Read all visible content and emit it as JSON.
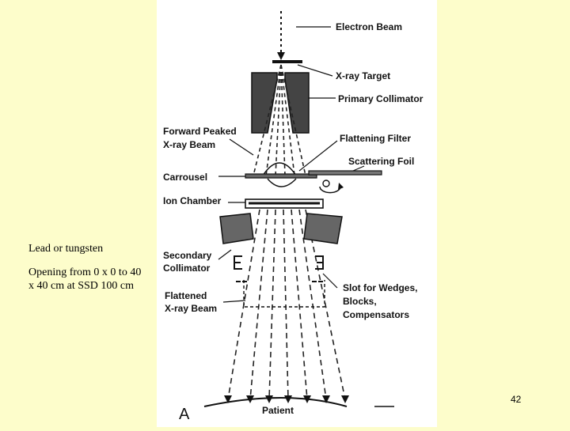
{
  "side_notes": {
    "material": "Lead or tungsten",
    "opening": "Opening from 0 x 0 to 40 x 40 cm at SSD 100 cm"
  },
  "page_number": "42",
  "diagram": {
    "labels": {
      "electron_beam": "Electron Beam",
      "xray_target": "X-ray Target",
      "primary_collimator": "Primary Collimator",
      "forward_peaked_1": "Forward Peaked",
      "forward_peaked_2": "X-ray Beam",
      "flattening_filter": "Flattening Filter",
      "scattering_foil": "Scattering Foil",
      "carrousel": "Carrousel",
      "ion_chamber": "Ion Chamber",
      "secondary_collimator_1": "Secondary",
      "secondary_collimator_2": "Collimator",
      "flattened_beam_1": "Flattened",
      "flattened_beam_2": "X-ray Beam",
      "slot_1": "Slot for Wedges,",
      "slot_2": "Blocks,",
      "slot_3": "Compensators",
      "patient": "Patient",
      "panel_letter": "A"
    }
  }
}
